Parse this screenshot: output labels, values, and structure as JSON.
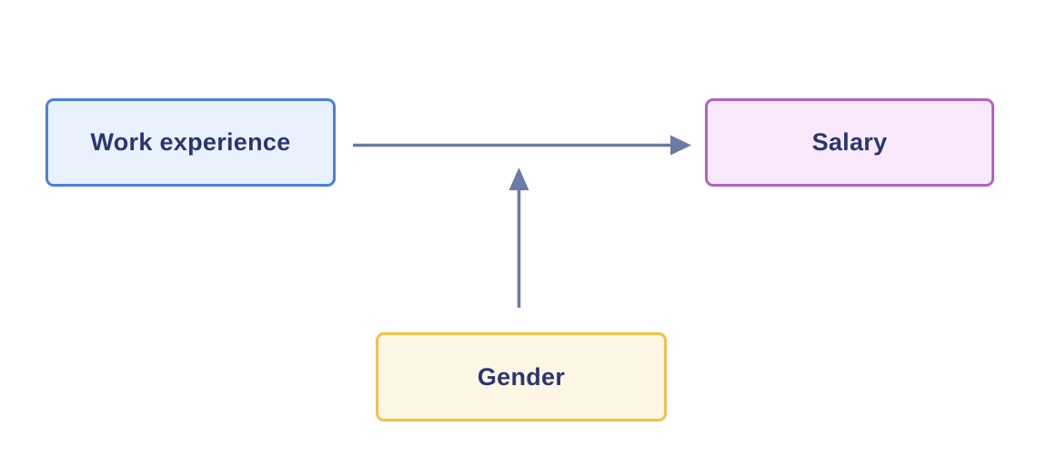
{
  "diagram": {
    "nodes": [
      {
        "id": "work-experience",
        "label": "Work experience",
        "fill": "#e8f1fc",
        "border": "#4b7fe1"
      },
      {
        "id": "salary",
        "label": "Salary",
        "fill": "#f7e9f9",
        "border": "#b263c6"
      },
      {
        "id": "gender",
        "label": "Gender",
        "fill": "#fdf6e4",
        "border": "#f2c14b"
      }
    ],
    "edges": [
      {
        "from": "work-experience",
        "to": "salary",
        "style": "arrow"
      },
      {
        "from": "gender",
        "to": "work-experience-salary-arrow",
        "style": "arrow"
      }
    ],
    "colors": {
      "arrow": "#6b7aa6",
      "label_text": "#2b3670",
      "background": "#ffffff"
    }
  }
}
